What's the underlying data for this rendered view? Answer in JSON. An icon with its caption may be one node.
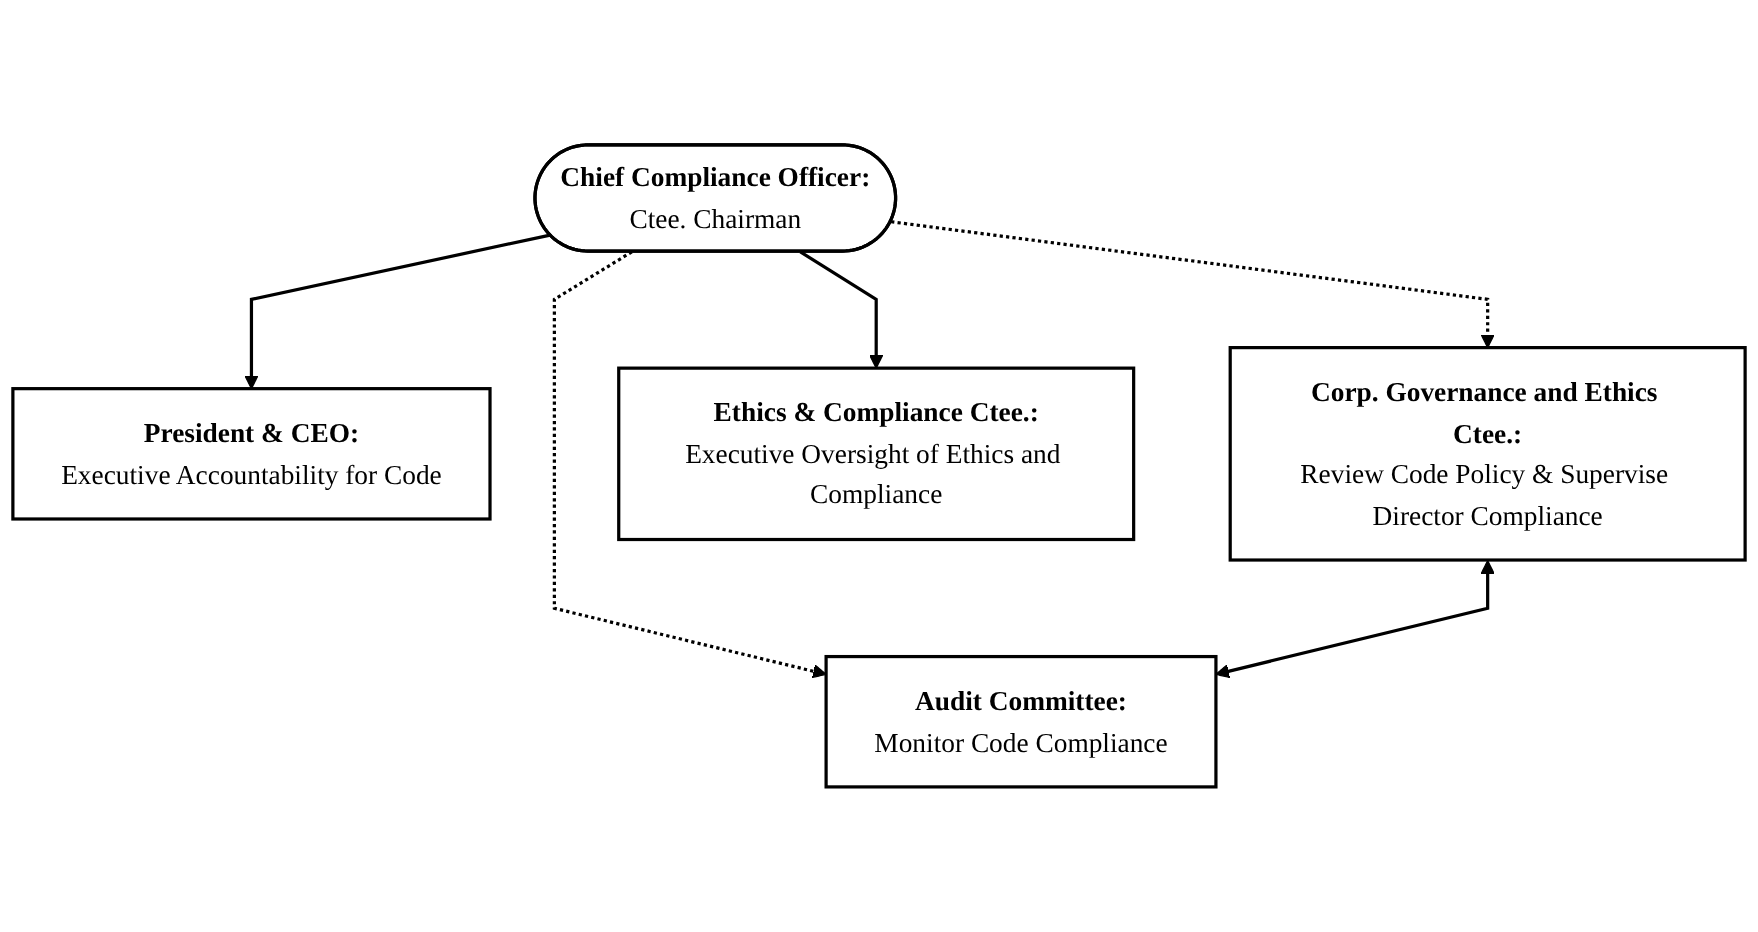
{
  "diagram": {
    "nodes": [
      {
        "text": [
          "President & CEO:",
          "Executive Accountability for Code"
        ]
      },
      {
        "text": [
          "Corp. Governance and Ethics Ctee.:",
          "Review Code Policy & Supervise Director Compliance"
        ]
      },
      {
        "text": [
          "Audit Committee:",
          "Monitor Code Compliance"
        ]
      },
      {
        "text": [
          "Chief Compliance Officer:",
          "Ctee. Chairman"
        ]
      },
      {
        "text": [
          "Ethics & Compliance Ctee.:",
          "Executive Oversight of Ethics and Compliance"
        ]
      }
    ],
    "edges": [
      {
        "from": 3,
        "to": 0,
        "arrow": "to"
      },
      {
        "from": 3,
        "to": 1,
        "arrow": "to",
        "style": "dashed"
      },
      {
        "from": 3,
        "to": 2,
        "arrow": "to",
        "style": "dashed"
      },
      {
        "from": 1,
        "to": 2,
        "arrow": "both"
      },
      {
        "from": 3,
        "to": 4,
        "arrow": "to"
      }
    ]
  }
}
